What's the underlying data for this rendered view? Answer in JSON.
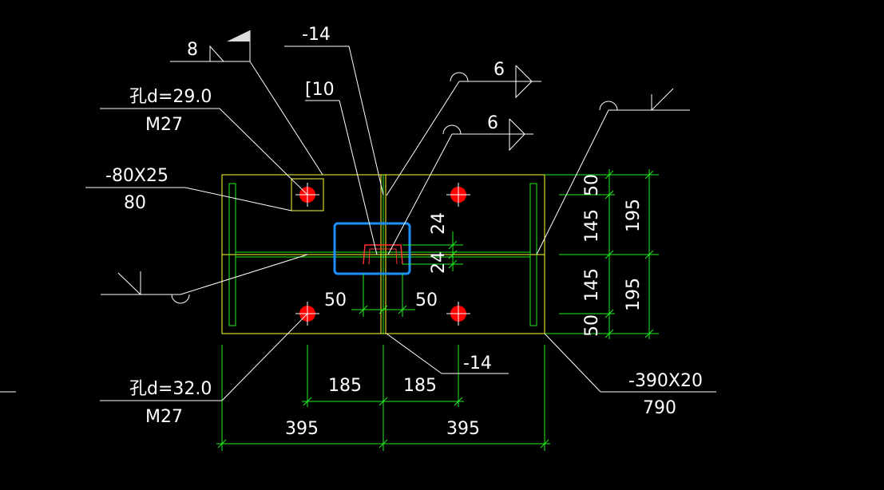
{
  "colors": {
    "background": "#000000",
    "plate": "#ffff33",
    "dimension": "#22ee22",
    "leader": "#ffffff",
    "hole": "#ff0000",
    "channel": "#ff3333",
    "selection": "#1e90ff"
  },
  "labels": {
    "weld_top_left": "8",
    "stiffener_top": "-14",
    "channel": "[10",
    "weld_6_upper": "6",
    "weld_6_lower": "6",
    "hole_top_line1": "孔d=29.0",
    "hole_top_line2": "M27",
    "washer_line1": "-80X25",
    "washer_line2": "80",
    "hole_bottom_line1": "孔d=32.0",
    "hole_bottom_line2": "M27",
    "stiffener_bottom": "-14",
    "base_plate_line1": "-390X20",
    "base_plate_line2": "790"
  },
  "dimensions": {
    "right_inner": [
      "50",
      "145",
      "145",
      "50"
    ],
    "right_outer": [
      "195",
      "195"
    ],
    "bottom_inner": [
      "185",
      "185"
    ],
    "bottom_outer": [
      "395",
      "395"
    ],
    "center_vertical": [
      "24",
      "24"
    ],
    "center_horizontal": [
      "50",
      "50"
    ]
  }
}
